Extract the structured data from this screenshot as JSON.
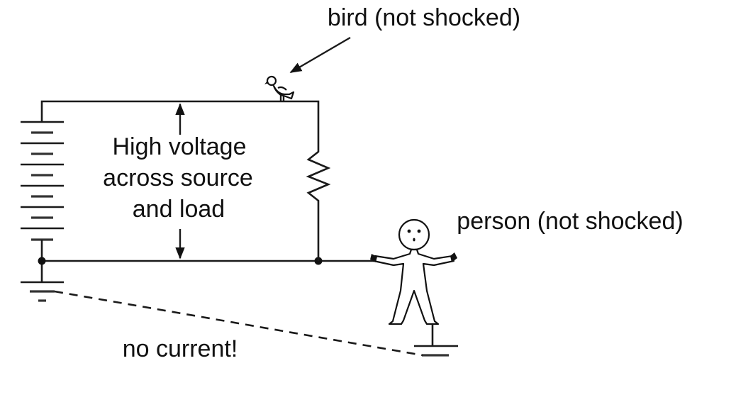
{
  "diagram": {
    "title": "Bird and person on circuit wire, not shocked",
    "labels": {
      "bird": "bird (not shocked)",
      "voltage_line1": "High voltage",
      "voltage_line2": "across source",
      "voltage_line3": "and load",
      "person": "person (not shocked)",
      "no_current": "no current!"
    },
    "components": {
      "source": "battery (multi-cell)",
      "load": "resistor",
      "grounds": 2
    },
    "colors": {
      "line": "#1a1a1a",
      "background": "#ffffff"
    }
  }
}
